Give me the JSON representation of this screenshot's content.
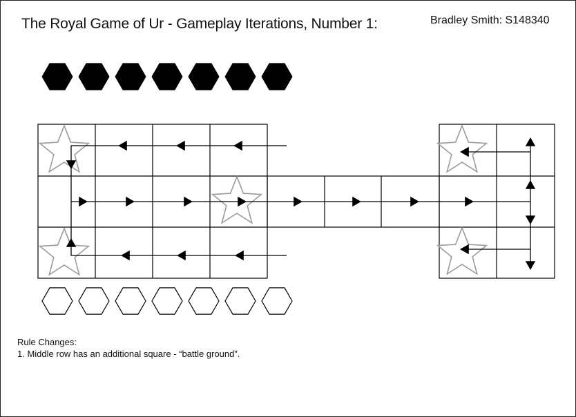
{
  "title": "The Royal Game of Ur - Gameplay Iterations, Number 1:",
  "author": "Bradley Smith: S148340",
  "pieces": {
    "player_one": {
      "count": 7,
      "fill": "#000000"
    },
    "player_two": {
      "count": 7,
      "fill": "#ffffff"
    }
  },
  "colors": {
    "grid": "#000000",
    "star": "#9a9a9a",
    "arrow": "#000000"
  },
  "rules": {
    "heading": "Rule Changes:",
    "items": [
      "1. Middle row has an additional square - “battle ground”."
    ]
  }
}
